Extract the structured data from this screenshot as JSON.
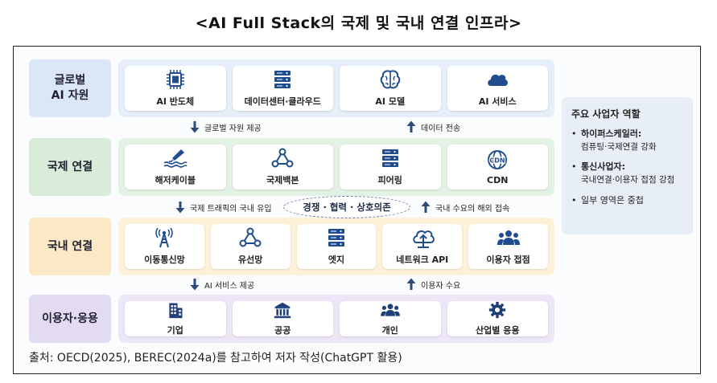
{
  "title": "<AI Full Stack의 국제 및 국내 연결 인프라>",
  "colors": {
    "layer1_bg": "#e6eef9",
    "layer1_label_bg": "#dbe6f6",
    "layer1_icon": "#1f4d8f",
    "layer2_bg": "#e3f2e5",
    "layer2_label_bg": "#d8ecd9",
    "layer2_icon": "#1f4d8f",
    "layer3_bg": "#fdf2d8",
    "layer3_label_bg": "#fbe9c5",
    "layer3_icon": "#1f4d8f",
    "layer4_bg": "#ece6f6",
    "layer4_label_bg": "#e3dbf2",
    "layer4_icon": "#1f3f78",
    "arrow": "#2b4a7a"
  },
  "layers": [
    {
      "label": "글로벌\nAI 자원",
      "items": [
        {
          "label": "AI 반도체",
          "icon": "chip-icon"
        },
        {
          "label": "데이터센터·클라우드",
          "icon": "server-icon"
        },
        {
          "label": "AI 모델",
          "icon": "brain-icon"
        },
        {
          "label": "AI 서비스",
          "icon": "cloud-icon"
        }
      ]
    },
    {
      "label": "국제 연결",
      "items": [
        {
          "label": "해저케이블",
          "icon": "subsea-cable-icon"
        },
        {
          "label": "국제백본",
          "icon": "network-icon"
        },
        {
          "label": "피어링",
          "icon": "server-icon"
        },
        {
          "label": "CDN",
          "icon": "globe-icon"
        }
      ]
    },
    {
      "label": "국내 연결",
      "items": [
        {
          "label": "이동통신망",
          "icon": "antenna-icon"
        },
        {
          "label": "유선망",
          "icon": "network-icon"
        },
        {
          "label": "엣지",
          "icon": "server-icon"
        },
        {
          "label": "네트워크 API",
          "icon": "cloud-upload-icon"
        },
        {
          "label": "이용자 접점",
          "icon": "users-icon"
        }
      ]
    },
    {
      "label": "이용자·응용",
      "items": [
        {
          "label": "기업",
          "icon": "building-icon"
        },
        {
          "label": "공공",
          "icon": "institution-icon"
        },
        {
          "label": "개인",
          "icon": "users-icon"
        },
        {
          "label": "산업별 응용",
          "icon": "gear-icon"
        }
      ]
    }
  ],
  "flows": {
    "f1_down": "글로벌 자원 제공",
    "f1_up": "데이터 전송",
    "f2_down": "국제 트래픽의 국내 유입",
    "f2_up": "국내 수요의 해외 접속",
    "f3_down": "AI 서비스 제공",
    "f3_up": "이용자 수요"
  },
  "center_label": "경쟁 · 협력 · 상호의존",
  "side_panel": {
    "title": "주요 사업자 역할",
    "items": [
      {
        "head": "하이퍼스케일러:",
        "sub": "컴퓨팅·국제연결 강화"
      },
      {
        "head": "통신사업자:",
        "sub": "국내연결·이용자 접점 강점"
      },
      {
        "head": "일부 영역은 중첩",
        "sub": ""
      }
    ]
  },
  "source": "출처: OECD(2025), BEREC(2024a)를 참고하여 저자 작성(ChatGPT 활용)"
}
